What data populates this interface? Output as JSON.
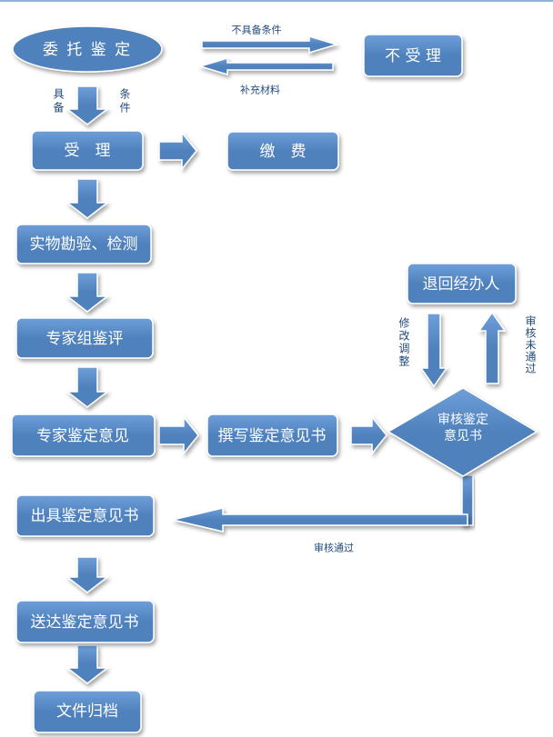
{
  "nodes": {
    "start": "委 托 鉴 定",
    "reject": "不 受 理",
    "accept": "受　理",
    "payment": "缴　费",
    "inspection": "实物勘验、检测",
    "expert_review": "专家组鉴评",
    "expert_opinion": "专家鉴定意见",
    "draft_report": "撰写鉴定意见书",
    "review_line1": "审核鉴定",
    "review_line2": "意见书",
    "return": "退回经办人",
    "issue_report": "出具鉴定意见书",
    "deliver_report": "送达鉴定意见书",
    "archive": "文件归档"
  },
  "edge_labels": {
    "not_qualified": "不具备条件",
    "supplement": "补充材料",
    "qualified_1": "具备",
    "qualified_2": "条件",
    "revise": "修改调整",
    "review_failed": "审核未通过",
    "review_passed": "审核通过"
  },
  "colors": {
    "node_fill": "#4f81bd",
    "node_fill_light": "#6e9fd9",
    "node_text": "#ffffff",
    "label_text": "#1f497d",
    "top_rule": "#95b3d7"
  }
}
